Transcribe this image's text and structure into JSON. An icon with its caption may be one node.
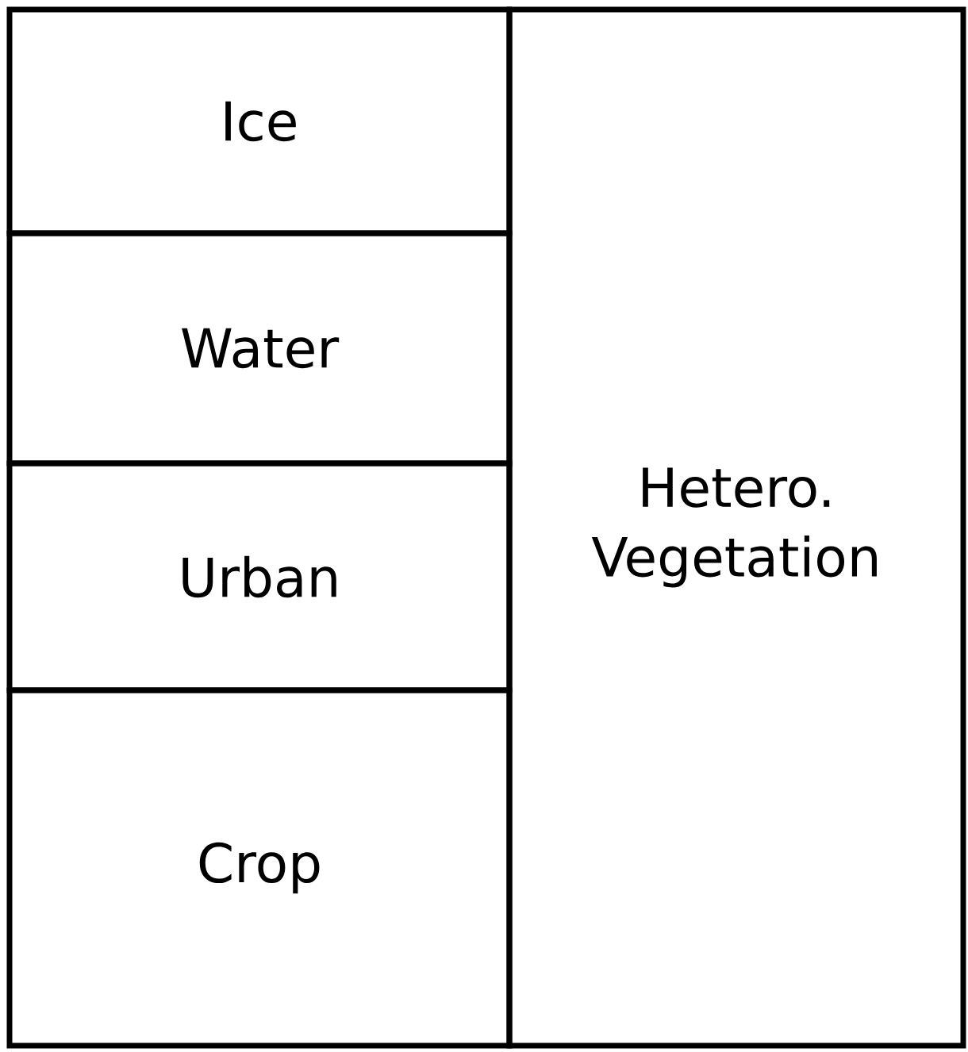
{
  "diagram": {
    "nodes": [
      {
        "text": [
          "Ice"
        ]
      },
      {
        "text": [
          "Water"
        ]
      },
      {
        "text": [
          "Urban"
        ]
      },
      {
        "text": [
          "Crop"
        ]
      },
      {
        "text": [
          "Hetero. Vegetation"
        ]
      }
    ]
  }
}
